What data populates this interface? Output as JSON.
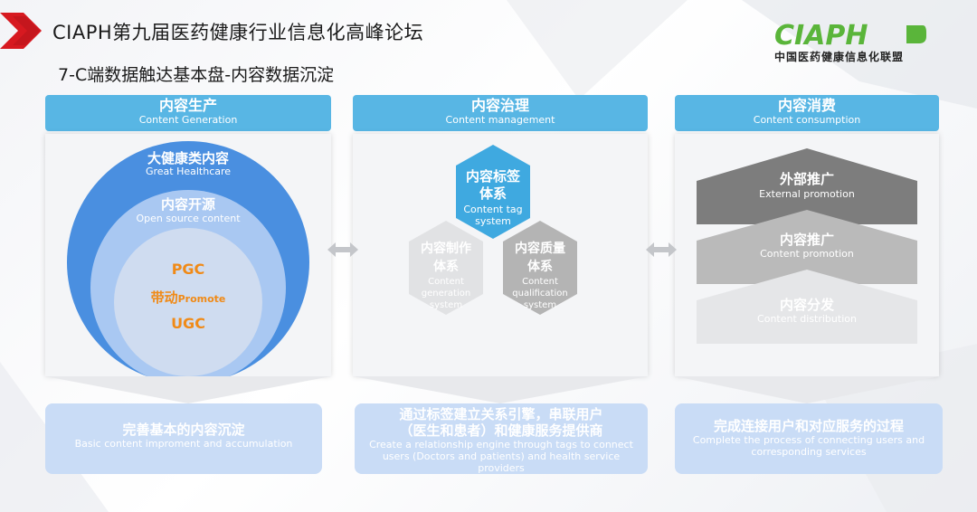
{
  "header": {
    "title": "CIAPH第九届医药健康行业信息化高峰论坛",
    "subtitle": "7-C端数据触达基本盘-内容数据沉淀",
    "logo_text": "CIAPH",
    "logo_subtext": "中国医药健康信息化联盟"
  },
  "columns": [
    {
      "zh": "内容生产",
      "en": "Content Generation"
    },
    {
      "zh": "内容治理",
      "en": "Content management"
    },
    {
      "zh": "内容消费",
      "en": "Content consumption"
    }
  ],
  "circles": {
    "outer": {
      "zh": "大健康类内容",
      "en": "Great Healthcare"
    },
    "middle": {
      "zh": "内容开源",
      "en": "Open source content"
    },
    "inner": {
      "line1": "PGC",
      "line2_zh": "带动",
      "line2_en": "Promote",
      "line3": "UGC"
    }
  },
  "hexagons": [
    {
      "zh1": "内容标签",
      "zh2": "体系",
      "en1": "Content tag",
      "en2": "system"
    },
    {
      "zh1": "内容制作",
      "zh2": "体系",
      "en1": "Content",
      "en2": "generation",
      "en3": "system"
    },
    {
      "zh1": "内容质量",
      "zh2": "体系",
      "en1": "Content",
      "en2": "qualification",
      "en3": "system"
    }
  ],
  "consumption": [
    {
      "zh": "外部推广",
      "en": "External promotion"
    },
    {
      "zh": "内容推广",
      "en": "Content promotion"
    },
    {
      "zh": "内容分发",
      "en": "Content distribution"
    }
  ],
  "bottom": [
    {
      "zh": "完善基本的内容沉淀",
      "en": "Basic content improment and accumulation"
    },
    {
      "zh1": "通过标签建立关系引擎，串联用户",
      "zh2": "（医生和患者）和健康服务提供商",
      "en": "Create a relationship engine through tags to connect users (Doctors and patients) and health service providers"
    },
    {
      "zh": "完成连接用户和对应服务的过程",
      "en": "Complete the process of connecting users and corresponding services"
    }
  ],
  "colors": {
    "header_blue": "#58b6e4",
    "accent_red": "#d71920",
    "logo_green": "#5ab53a",
    "orange": "#f08a17",
    "bottom_box": "#c9dcf6"
  }
}
